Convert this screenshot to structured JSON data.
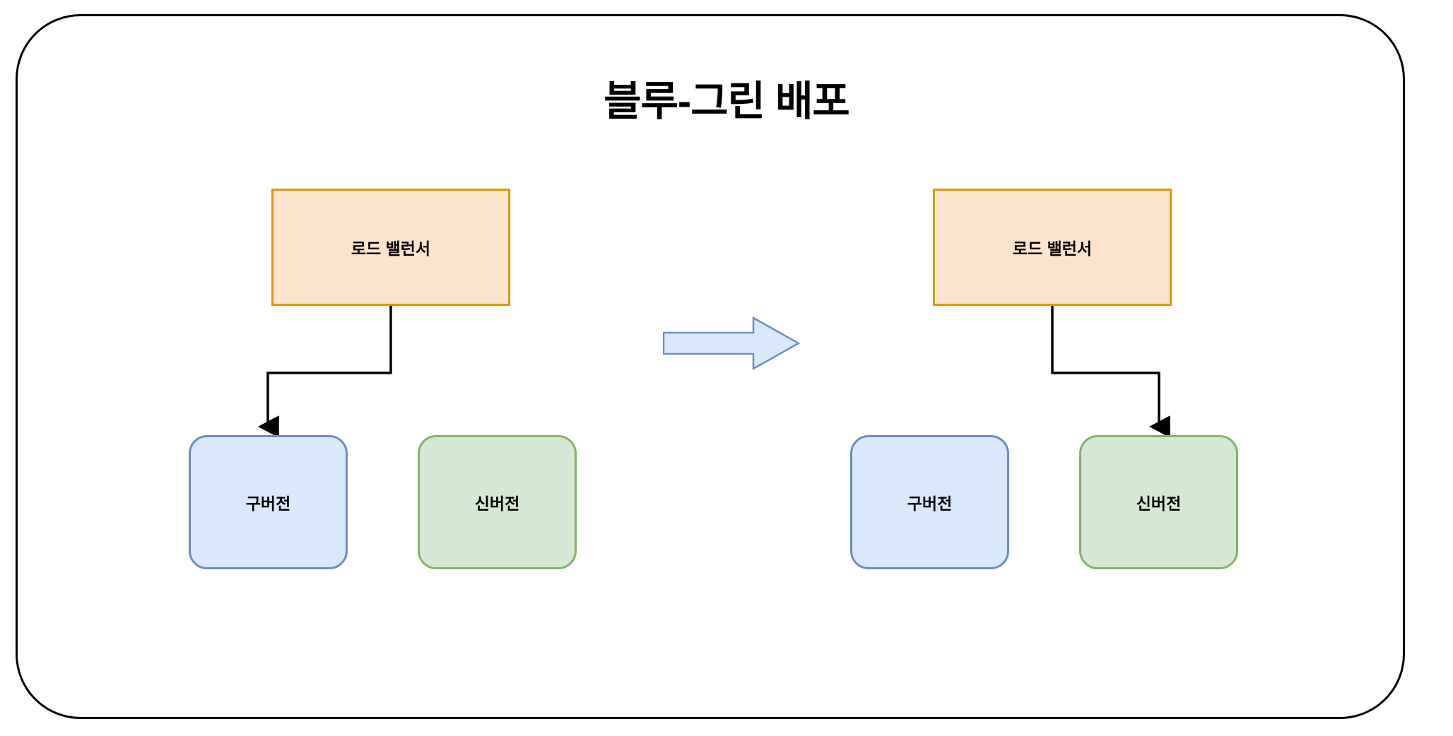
{
  "diagram": {
    "title": "블루-그린 배포",
    "frame_border_color": "#000000",
    "background_color": "#ffffff",
    "palette": {
      "load_balancer_fill": "#FCE4CD",
      "load_balancer_stroke": "#D79B00",
      "old_version_fill": "#DAE8FC",
      "old_version_stroke": "#6C8EBF",
      "new_version_fill": "#D5E8D4",
      "new_version_stroke": "#82B366",
      "connector_stroke": "#000000",
      "transition_arrow_fill": "#DAE8FC",
      "transition_arrow_stroke": "#6C8EBF"
    }
  },
  "before_state": {
    "load_balancer": {
      "label": "로드 밸런서"
    },
    "old_version": {
      "label": "구버전"
    },
    "new_version": {
      "label": "신버전"
    },
    "active_target": "구버전"
  },
  "after_state": {
    "load_balancer": {
      "label": "로드 밸런서"
    },
    "old_version": {
      "label": "구버전"
    },
    "new_version": {
      "label": "신버전"
    },
    "active_target": "신버전"
  },
  "transition": {
    "icon": "block-arrow-right-icon",
    "direction": "right"
  }
}
